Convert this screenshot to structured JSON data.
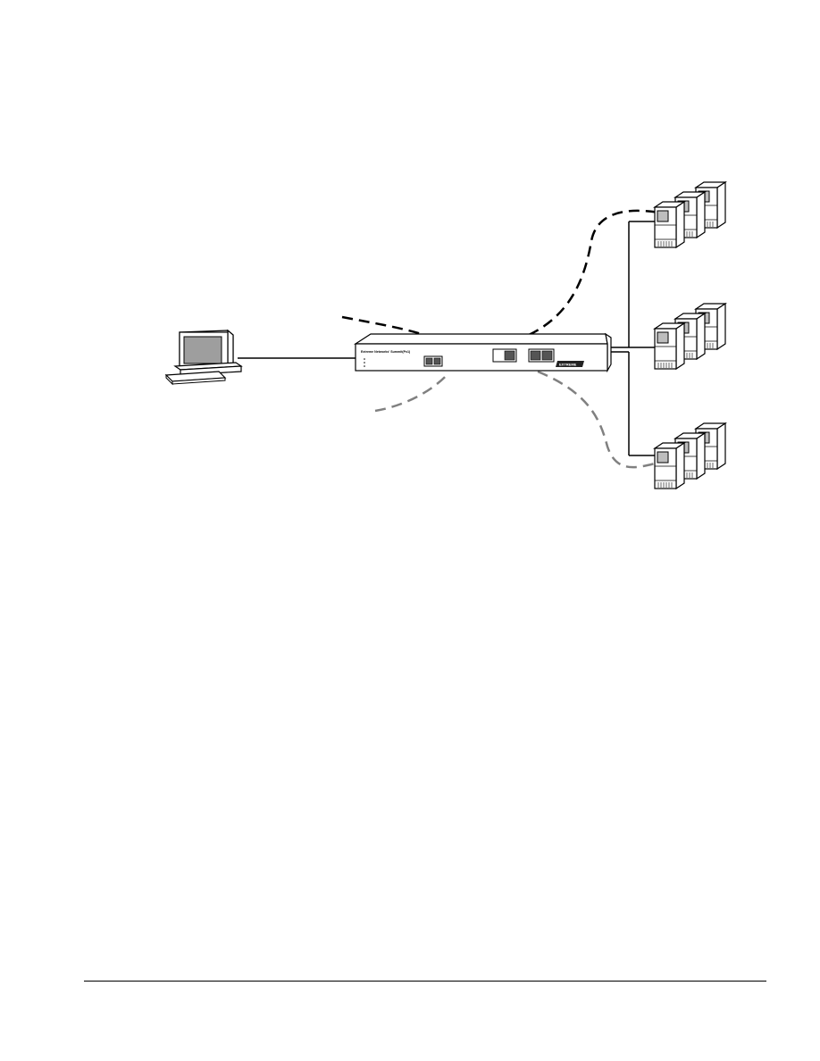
{
  "diagram": {
    "switch": {
      "label": "Extreme Networks' Summit(Px1)",
      "logo_text": "EXTREME"
    },
    "nodes": [
      {
        "id": "workstation",
        "icon": "desktop-computer-icon"
      },
      {
        "id": "switch",
        "icon": "network-switch-icon"
      },
      {
        "id": "server-group-top",
        "icon": "server-tower-icon"
      },
      {
        "id": "server-group-middle",
        "icon": "server-tower-icon"
      },
      {
        "id": "server-group-bottom",
        "icon": "server-tower-icon"
      }
    ],
    "links": {
      "solid_color": "#000000",
      "dashed_black_color": "#000000",
      "dashed_gray_color": "#808080"
    }
  },
  "footer": {
    "rule_color": "#000000"
  }
}
